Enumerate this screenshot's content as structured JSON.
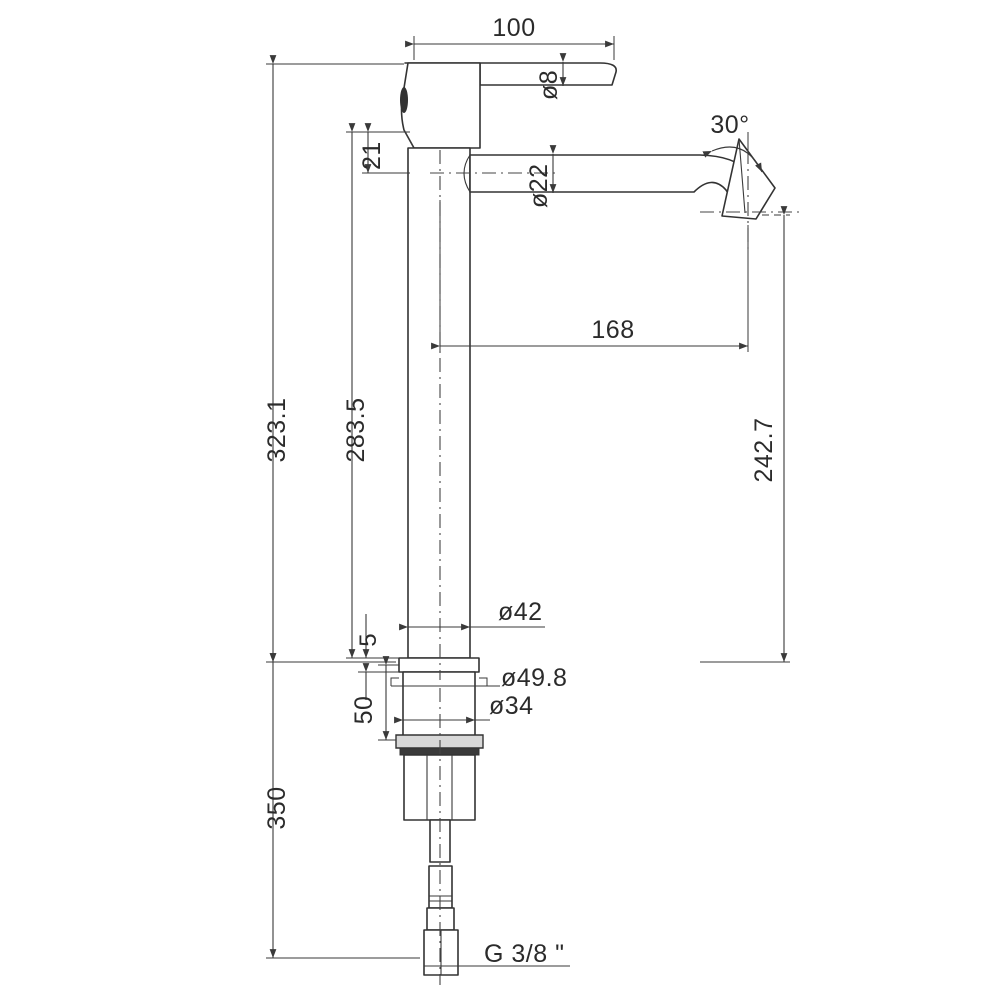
{
  "document": {
    "title": "Basin Mixer Tap Technical Dimension Drawing",
    "type": "engineering-drawing",
    "units": "mm",
    "background_color": "#ffffff",
    "line_color": "#333333",
    "text_color": "#2b2b2b"
  },
  "dimensions": {
    "top_width": "100",
    "handle_lever_dia": "ø8",
    "handle_height": "21",
    "spout_dia": "ø22",
    "spout_angle": "30°",
    "spout_reach": "168",
    "total_height": "323.1",
    "body_height": "283.5",
    "spout_height": "242.7",
    "base_plate_thickness": "5",
    "body_dia": "ø42",
    "base_flange_dia": "ø49.8",
    "shank_dia": "ø34",
    "shank_length": "50",
    "hose_length": "350",
    "thread_size": "G 3/8 \""
  },
  "labels": [
    {
      "id": "top-width",
      "text": "100"
    },
    {
      "id": "lever-dia",
      "text": "ø8"
    },
    {
      "id": "handle-height",
      "text": "21"
    },
    {
      "id": "spout-dia",
      "text": "ø22"
    },
    {
      "id": "spout-angle",
      "text": "30°"
    },
    {
      "id": "spout-reach",
      "text": "168"
    },
    {
      "id": "total-height",
      "text": "323.1"
    },
    {
      "id": "body-height",
      "text": "283.5"
    },
    {
      "id": "spout-height",
      "text": "242.7"
    },
    {
      "id": "plate-thickness",
      "text": "5"
    },
    {
      "id": "body-dia",
      "text": "ø42"
    },
    {
      "id": "flange-dia",
      "text": "ø49.8"
    },
    {
      "id": "shank-dia",
      "text": "ø34"
    },
    {
      "id": "shank-length",
      "text": "50"
    },
    {
      "id": "hose-length",
      "text": "350"
    },
    {
      "id": "thread",
      "text": "G 3/8 \""
    }
  ]
}
